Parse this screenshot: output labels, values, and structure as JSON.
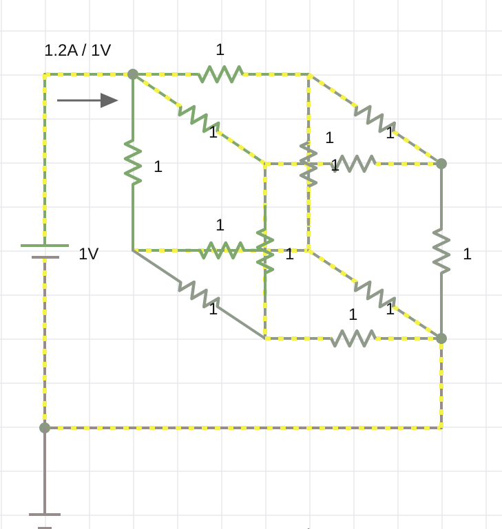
{
  "title": "1.2A / 1V",
  "colors": {
    "grid": "#e9e9ee",
    "wire_green": "#7ea86d",
    "wire_gray": "#8f9a8a",
    "wire_brown": "#968c8c",
    "flow": "#f4f24a",
    "node": "#8a9a82",
    "arrow": "#666666"
  },
  "source": {
    "label": "1V"
  },
  "resistors": [
    {
      "id": "r-top",
      "value": "1"
    },
    {
      "id": "r-diag-ul",
      "value": "1"
    },
    {
      "id": "r-left",
      "value": "1"
    },
    {
      "id": "r-back-vert",
      "value": "1"
    },
    {
      "id": "r-inner-horiz",
      "value": "1"
    },
    {
      "id": "r-diag-ur",
      "value": "1"
    },
    {
      "id": "r-mid-horiz",
      "value": "1"
    },
    {
      "id": "r-center-vert",
      "value": "1"
    },
    {
      "id": "r-right",
      "value": "1"
    },
    {
      "id": "r-diag-ll",
      "value": "1"
    },
    {
      "id": "r-bottom-horiz",
      "value": "1"
    },
    {
      "id": "r-diag-lr",
      "value": "1"
    }
  ],
  "bottom_label": "1"
}
